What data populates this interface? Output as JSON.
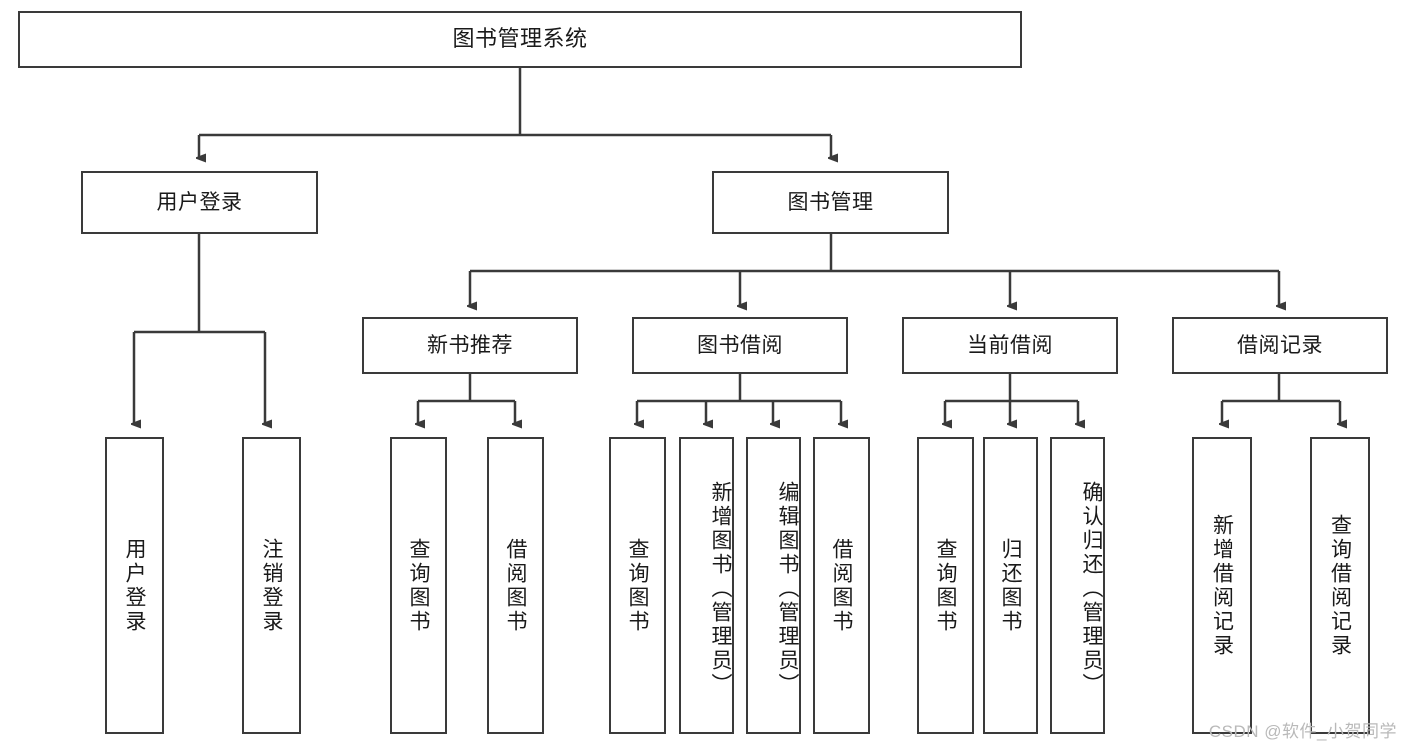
{
  "diagram": {
    "type": "tree",
    "title": "图书管理系统",
    "root": {
      "label": "图书管理系统"
    },
    "level1": [
      {
        "label": "用户登录"
      },
      {
        "label": "图书管理"
      }
    ],
    "level2": [
      {
        "label": "新书推荐"
      },
      {
        "label": "图书借阅"
      },
      {
        "label": "当前借阅"
      },
      {
        "label": "借阅记录"
      }
    ],
    "leaves": {
      "user_login": [
        {
          "label": "用户登录"
        },
        {
          "label": "注销登录"
        }
      ],
      "new_book_recommend": [
        {
          "label": "查询图书"
        },
        {
          "label": "借阅图书"
        }
      ],
      "book_borrow": [
        {
          "label": "查询图书"
        },
        {
          "label": "新增图书（管理员）"
        },
        {
          "label": "编辑图书（管理员）"
        },
        {
          "label": "借阅图书"
        }
      ],
      "current_borrow": [
        {
          "label": "查询图书"
        },
        {
          "label": "归还图书"
        },
        {
          "label": "确认归还（管理员）"
        }
      ],
      "borrow_record": [
        {
          "label": "新增借阅记录"
        },
        {
          "label": "查询借阅记录"
        }
      ]
    }
  },
  "watermark": {
    "text": "CSDN @软件_小贺同学"
  },
  "colors": {
    "stroke": "#3a3a3a",
    "background": "#ffffff",
    "text": "#1a1a1a",
    "watermark": "#b9b9b9"
  }
}
